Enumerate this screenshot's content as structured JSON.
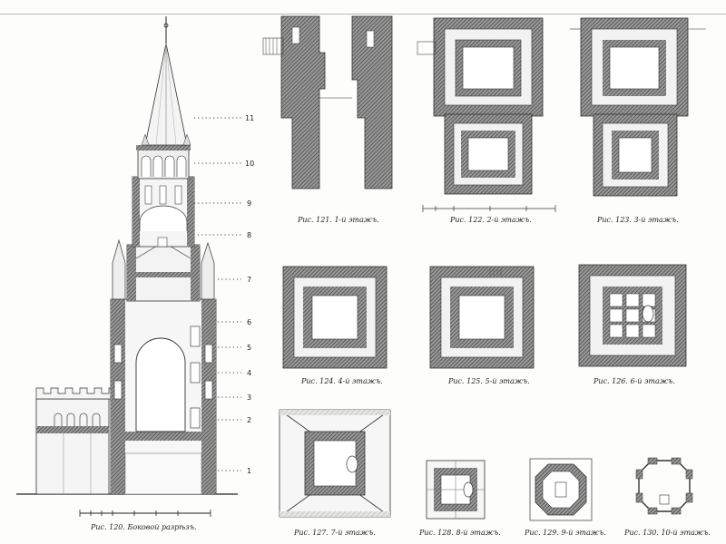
{
  "figures": [
    {
      "id": "fig-120",
      "caption": "Рис. 120. Боковой разрѣзъ."
    },
    {
      "id": "fig-121",
      "caption": "Рис. 121. 1-й этажъ."
    },
    {
      "id": "fig-122",
      "caption": "Рис. 122. 2-й этажъ."
    },
    {
      "id": "fig-123",
      "caption": "Рис. 123. 3-й этажъ."
    },
    {
      "id": "fig-124",
      "caption": "Рис. 124. 4-й этажъ."
    },
    {
      "id": "fig-125",
      "caption": "Рис. 125. 5-й этажъ."
    },
    {
      "id": "fig-126",
      "caption": "Рис. 126. 6-й этажъ."
    },
    {
      "id": "fig-127",
      "caption": "Рис. 127. 7-й этажъ."
    },
    {
      "id": "fig-128",
      "caption": "Рис. 128. 8-й этажъ."
    },
    {
      "id": "fig-129",
      "caption": "Рис. 129. 9-й этажъ."
    },
    {
      "id": "fig-130",
      "caption": "Рис. 130. 10-й этажъ."
    }
  ],
  "level_markers": [
    "11",
    "10",
    "9",
    "8",
    "7",
    "6",
    "5",
    "4",
    "3",
    "2",
    "1"
  ],
  "colors": {
    "hatch": "#555555",
    "line": "#2a2a2a",
    "paper": "#fdfdfb"
  }
}
